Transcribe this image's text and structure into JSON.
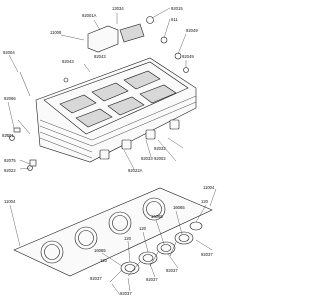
{
  "callouts": {
    "c13034": "13034",
    "c92001a": "92001A",
    "c92015": "92015",
    "c11008": "11008",
    "c611": "611",
    "c92049a": "92049",
    "c92004": "92004",
    "c92043": "92043",
    "c92049b": "92049",
    "c92043b": "92043",
    "c92066": "92066",
    "c92001b": "92001",
    "c92032": "92032",
    "c92075": "92075",
    "c92022": "92022",
    "c92033": "92033",
    "c92002": "92002",
    "c92022a": "92022A",
    "c11004a": "11004",
    "c11004b": "11004",
    "c16065a": "16065",
    "c120a": "120",
    "c16065b": "16065",
    "c120b": "120",
    "c120c": "120",
    "c92037a": "92037",
    "c16065c": "16065",
    "c120d": "120",
    "c92037b": "92037",
    "c92037c": "92037",
    "c92037d": "92037",
    "c92037e": "92037"
  }
}
